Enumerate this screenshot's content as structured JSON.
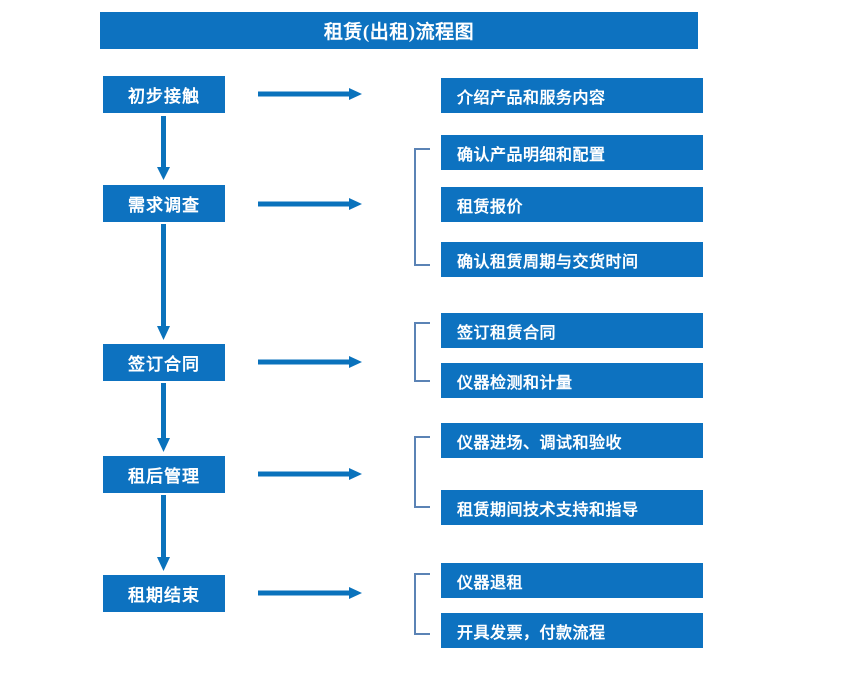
{
  "title": "租赁(出租)流程图",
  "colors": {
    "box_blue": "#0D72C0",
    "arrow_blue": "#0A72BC",
    "bracket_blue": "#5B83B5",
    "box_text": "#FFFFFF",
    "background": "#FFFFFF"
  },
  "stages": [
    {
      "label": "初步接触"
    },
    {
      "label": "需求调查"
    },
    {
      "label": "签订合同"
    },
    {
      "label": "租后管理"
    },
    {
      "label": "租期结束"
    }
  ],
  "details": [
    {
      "label": "介绍产品和服务内容"
    },
    {
      "label": "确认产品明细和配置"
    },
    {
      "label": "租赁报价"
    },
    {
      "label": "确认租赁周期与交货时间"
    },
    {
      "label": "签订租赁合同"
    },
    {
      "label": "仪器检测和计量"
    },
    {
      "label": "仪器进场、调试和验收"
    },
    {
      "label": "租赁期间技术支持和指导"
    },
    {
      "label": "仪器退租"
    },
    {
      "label": "开具发票，付款流程"
    }
  ],
  "icons": {
    "arrow_right": "arrow-right-icon",
    "arrow_down": "arrow-down-icon",
    "bracket": "bracket-icon"
  }
}
